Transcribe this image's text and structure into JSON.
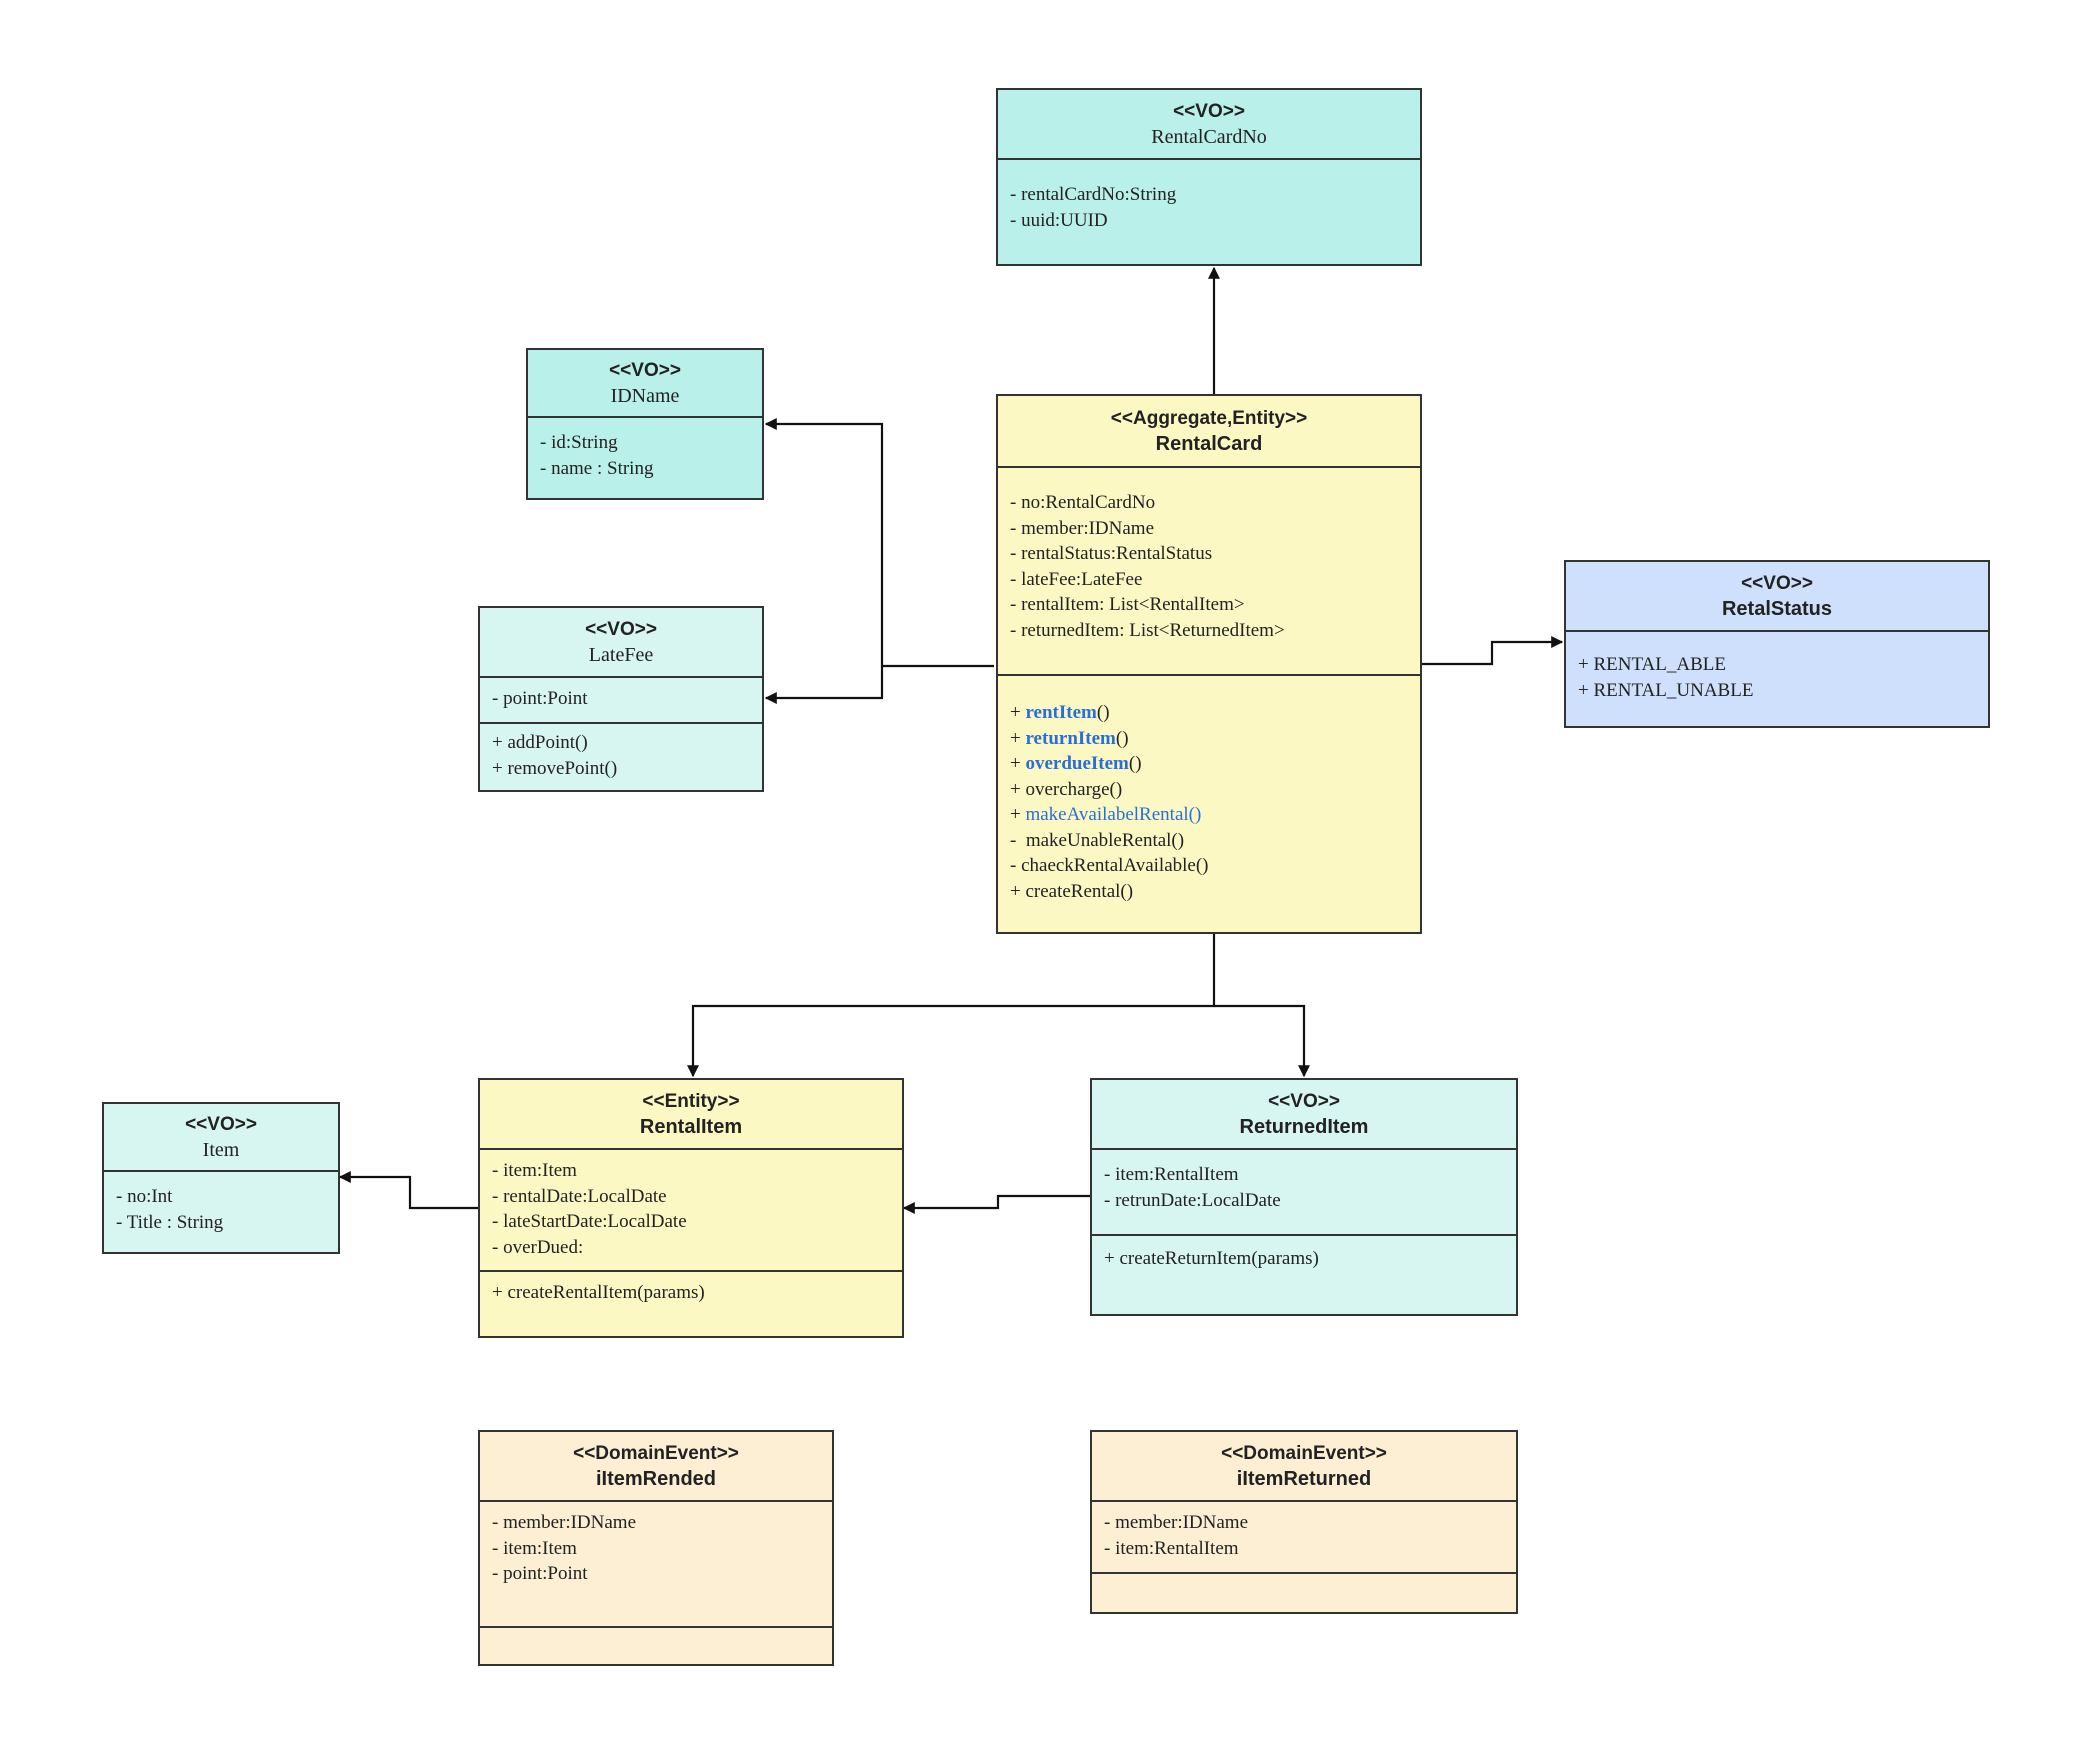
{
  "classes": {
    "rentalCardNo": {
      "stereotype": "<<VO>>",
      "name": "RentalCardNo",
      "attributes": [
        "- rentalCardNo:String",
        "- uuid:UUID"
      ]
    },
    "idName": {
      "stereotype": "<<VO>>",
      "name": "IDName",
      "attributes": [
        "- id:String",
        "- name : String"
      ]
    },
    "lateFee": {
      "stereotype": "<<VO>>",
      "name": "LateFee",
      "attributes": [
        "- point:Point"
      ],
      "operations": [
        "+ addPoint()",
        "+ removePoint()"
      ]
    },
    "rentalCard": {
      "stereotype": "<<Aggregate,Entity>>",
      "name": "RentalCard",
      "attributes": [
        "- no:RentalCardNo",
        "- member:IDName",
        "- rentalStatus:RentalStatus",
        "- lateFee:LateFee",
        "- rentalItem: List<RentalItem>",
        "- returnedItem: List<ReturnedItem>"
      ],
      "operations": [
        {
          "prefix": "+ ",
          "name": "rentItem",
          "suffix": "()"
        },
        {
          "prefix": "+ ",
          "name": "returnItem",
          "suffix": "()"
        },
        {
          "prefix": "+ ",
          "name": "overdueItem",
          "suffix": "()"
        },
        {
          "prefix": "+ ",
          "name": "overcharge()",
          "suffix": ""
        },
        {
          "prefix": "+ ",
          "name": "makeAvailabelRental()",
          "suffix": ""
        },
        {
          "prefix": "-  ",
          "name": "makeUnableRental()",
          "suffix": ""
        },
        {
          "prefix": "- ",
          "name": "chaeckRentalAvailable()",
          "suffix": ""
        },
        {
          "prefix": "+ ",
          "name": "createRental()",
          "suffix": ""
        }
      ]
    },
    "retalStatus": {
      "stereotype": "<<VO>>",
      "name": "RetalStatus",
      "attributes": [
        "+ RENTAL_ABLE",
        "+ RENTAL_UNABLE"
      ]
    },
    "item": {
      "stereotype": "<<VO>>",
      "name": "Item",
      "attributes": [
        "- no:Int",
        "- Title : String"
      ]
    },
    "rentalItem": {
      "stereotype": "<<Entity>>",
      "name": "RentalItem",
      "attributes": [
        "- item:Item",
        "- rentalDate:LocalDate",
        "- lateStartDate:LocalDate",
        "- overDued:"
      ],
      "operations": [
        "+ createRentalItem(params)"
      ]
    },
    "returnedItem": {
      "stereotype": "<<VO>>",
      "name": "ReturnedItem",
      "attributes": [
        "- item:RentalItem",
        "- retrunDate:LocalDate"
      ],
      "operations": [
        "+ createReturnItem(params)"
      ]
    },
    "itemRended": {
      "stereotype": "<<DomainEvent>>",
      "name": "iItemRended",
      "attributes": [
        "- member:IDName",
        "- item:Item",
        "- point:Point"
      ]
    },
    "itemReturned": {
      "stereotype": "<<DomainEvent>>",
      "name": "iItemReturned",
      "attributes": [
        "- member:IDName",
        "- item:RentalItem"
      ]
    }
  },
  "colors": {
    "vo": "#b9f0ea",
    "vo_light": "#d7f5f1",
    "entity": "#fcf8c4",
    "status": "#cfe0fc",
    "event": "#fcefd4",
    "highlight": "#2a6fd8",
    "line": "#111111"
  }
}
